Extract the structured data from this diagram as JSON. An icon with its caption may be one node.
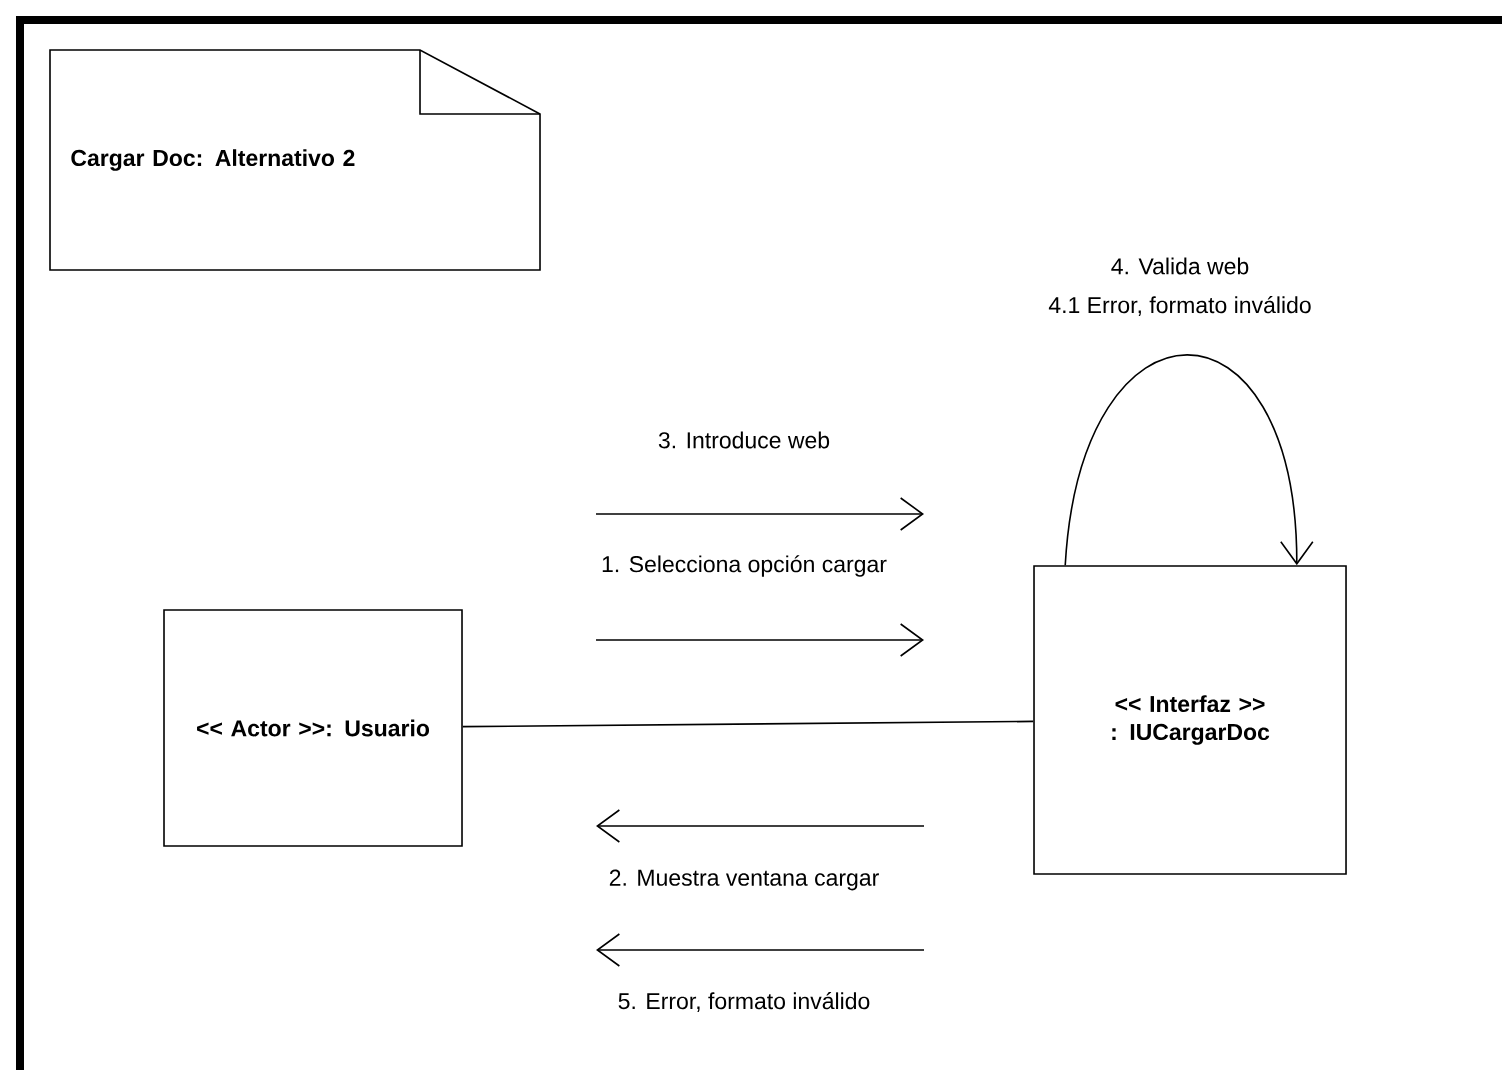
{
  "diagram": {
    "nodes": [
      {
        "text": [
          "Cargar Doc: Alternativo 2"
        ]
      },
      {
        "text": [
          "<< Actor >>: Usuario"
        ]
      },
      {
        "text": [
          "<< Interfaz >> : IUCargarDoc"
        ]
      }
    ],
    "edges": [
      {
        "from": 1,
        "to": 2,
        "arrow": "none"
      },
      {
        "from": 2,
        "to": 2,
        "arrow": "to"
      }
    ],
    "labels": [
      "4. Valida web",
      "4.1 Error, formato inválido",
      "3. Introduce web",
      "1. Selecciona opción cargar",
      "2. Muestra ventana cargar",
      "5. Error, formato inválido"
    ]
  }
}
